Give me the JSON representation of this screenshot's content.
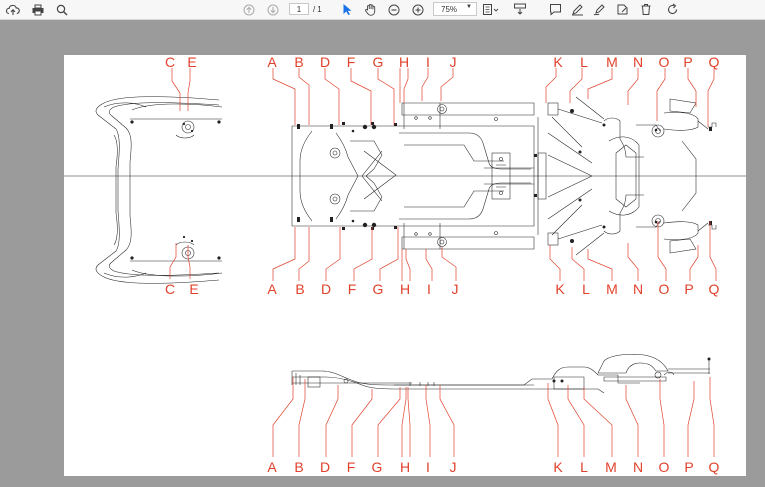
{
  "toolbar": {
    "page_current": "1",
    "page_sep": "/",
    "page_total": "1",
    "zoom": "75%"
  },
  "diagram": {
    "label_C": "C",
    "label_E": "E",
    "label_A": "A",
    "label_B": "B",
    "label_D": "D",
    "label_F": "F",
    "label_G": "G",
    "label_H": "H",
    "label_I": "I",
    "label_J": "J",
    "label_K": "K",
    "label_L": "L",
    "label_M": "M",
    "label_N": "N",
    "label_O": "O",
    "label_P": "P",
    "label_Q": "Q",
    "accent": "#e0412b"
  }
}
